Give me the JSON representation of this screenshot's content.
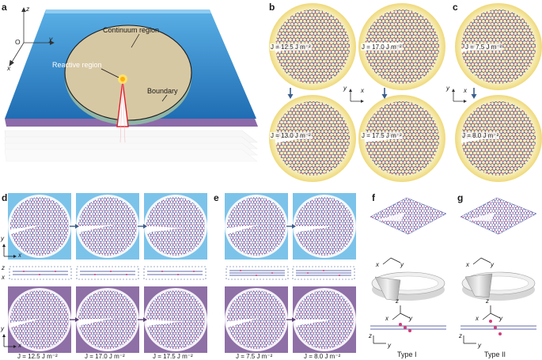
{
  "panels": {
    "a": "a",
    "b": "b",
    "c": "c",
    "d": "d",
    "e": "e",
    "f": "f",
    "g": "g"
  },
  "panel_a": {
    "continuum_label": "Continuum region",
    "reactive_label": "Reactive region",
    "boundary_label": "Boundary",
    "axis_z": "z",
    "axis_y": "y",
    "axis_x": "x",
    "origin": "O"
  },
  "panel_b": {
    "j1": "J = 12.5 J m⁻²",
    "j2": "J = 17.0 J m⁻²",
    "j3": "J = 13.0 J m⁻²",
    "j4": "J = 17.5 J m⁻²",
    "axis_y": "y",
    "axis_x": "x"
  },
  "panel_c": {
    "j1": "J = 7.5 J m⁻²",
    "j2": "J = 8.0 J m⁻²",
    "axis_y": "y",
    "axis_x": "x"
  },
  "panel_d": {
    "j1": "J = 12.5 J m⁻²",
    "j2": "J = 17.0 J m⁻²",
    "j3": "J = 17.5 J m⁻²",
    "axis_y": "y",
    "axis_x": "x",
    "axis_z": "z"
  },
  "panel_e": {
    "j1": "J = 7.5 J m⁻²",
    "j2": "J = 8.0 J m⁻²"
  },
  "panel_f": {
    "type": "Type I",
    "axis_x": "x",
    "axis_y": "y",
    "axis_z": "z"
  },
  "panel_g": {
    "type": "Type II",
    "axis_x": "x",
    "axis_y": "y",
    "axis_z": "z"
  },
  "colors": {
    "blue_slab": "#3f8fd0",
    "purple_slab": "#8a6aa8",
    "disk_fill": "#d9c9a2",
    "yellow_ring": "#f6e7a6",
    "crack_red": "#e0202a",
    "tile_blue": "#79c0e8",
    "tile_purple": "#8e6fa6"
  }
}
